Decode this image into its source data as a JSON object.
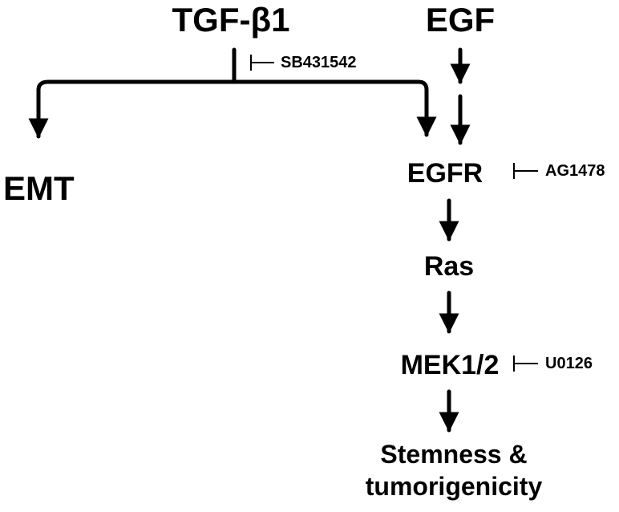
{
  "nodes": {
    "tgf": "TGF-β1",
    "egf": "EGF",
    "emt": "EMT",
    "egfr": "EGFR",
    "ras": "Ras",
    "mek": "MEK1/2",
    "stemness_line1": "Stemness &",
    "stemness_line2": "tumorigenicity"
  },
  "inhibitors": {
    "sb": "SB431542",
    "ag": "AG1478",
    "u0126": "U0126"
  }
}
